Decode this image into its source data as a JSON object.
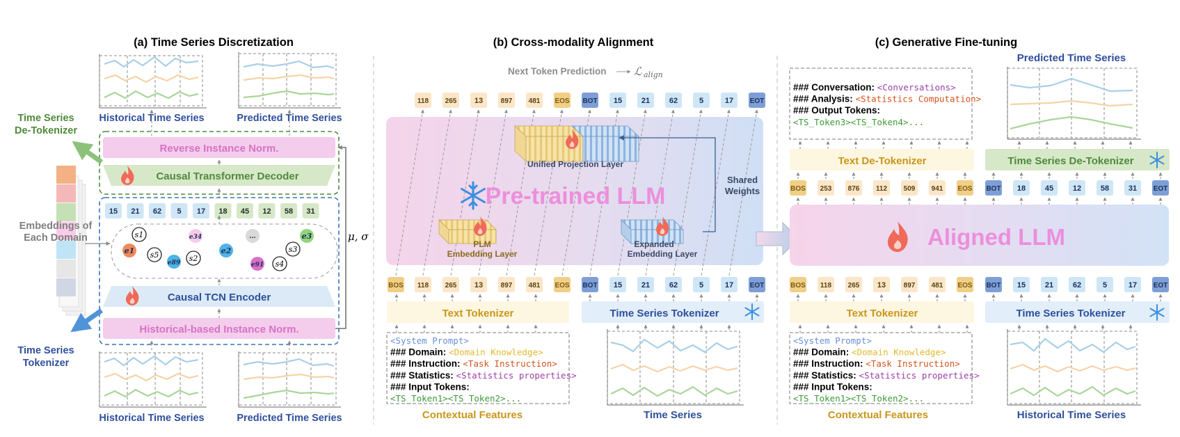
{
  "panel_a": {
    "title": "(a) Time Series Discretization",
    "hist_top_caption": "Historical Time Series",
    "pred_top_caption": "Predicted Time Series",
    "hist_bottom_caption": "Historical Time Series",
    "pred_bottom_caption": "Predicted Time Series",
    "detokenizer_label_1": "Time Series",
    "detokenizer_label_2": "De-Tokenizer",
    "tokenizer_label_1": "Time Series",
    "tokenizer_label_2": "Tokenizer",
    "embeddings_label_1": "Embeddings of",
    "embeddings_label_2": "Each Domain",
    "reverse_norm": "Reverse Instance Norm.",
    "decoder": "Causal Transformer Decoder",
    "encoder": "Causal TCN Encoder",
    "hist_norm": "Historical-based Instance Norm.",
    "mu_sigma": "μ, σ",
    "tokens": [
      "15",
      "21",
      "62",
      "5",
      "17",
      "18",
      "45",
      "12",
      "58",
      "31"
    ],
    "codebook": [
      {
        "kind": "s",
        "sub": "1"
      },
      {
        "kind": "e",
        "sub": "1"
      },
      {
        "kind": "s",
        "sub": "5"
      },
      {
        "kind": "e",
        "sub": "89"
      },
      {
        "kind": "e",
        "sub": "34"
      },
      {
        "kind": "s",
        "sub": "2"
      },
      {
        "kind": "e",
        "sub": "2"
      },
      {
        "kind": "dots",
        "sub": "..."
      },
      {
        "kind": "e",
        "sub": "91"
      },
      {
        "kind": "s",
        "sub": "4"
      },
      {
        "kind": "s",
        "sub": "3"
      },
      {
        "kind": "e",
        "sub": "3"
      }
    ]
  },
  "panel_b": {
    "title": "(b) Cross-modality Alignment",
    "ntp": "Next Token Prediction",
    "loss_main": "ℒ",
    "loss_sub": "align",
    "top_tokens": [
      "118",
      "265",
      "13",
      "897",
      "481",
      "EOS",
      "BOT",
      "15",
      "21",
      "62",
      "5",
      "17",
      "EOT"
    ],
    "bottom_tokens": [
      "BOS",
      "118",
      "265",
      "13",
      "897",
      "481",
      "EOS",
      "BOT",
      "15",
      "21",
      "62",
      "5",
      "17",
      "EOT"
    ],
    "llm_label": "Pre-trained LLM",
    "unified_projection": "Unified Projection Layer",
    "plm_embedding_1": "PLM",
    "plm_embedding_2": "Embedding Layer",
    "expanded_embedding_1": "Expanded",
    "expanded_embedding_2": "Embedding Layer",
    "shared_weights_1": "Shared",
    "shared_weights_2": "Weights",
    "text_tokenizer": "Text Tokenizer",
    "ts_tokenizer": "Time Series Tokenizer",
    "prompt_lines": [
      {
        "label": "",
        "value": "<System Prompt>",
        "color": "#6b8fd6"
      },
      {
        "label": "### Domain: ",
        "value": "<Domain Knowledge>",
        "color": "#e3b92e"
      },
      {
        "label": "### Instruction: ",
        "value": "<Task Instruction>",
        "color": "#d2521d"
      },
      {
        "label": "### Statistics: ",
        "value": "<Statistics properties>",
        "color": "#9c3fa8"
      },
      {
        "label": "### Input Tokens:",
        "value": "",
        "color": "#000000"
      },
      {
        "label": "",
        "value": "<TS_Token1><TS_Token2>...",
        "color": "#3c9a35"
      }
    ],
    "contextual_caption": "Contextual Features",
    "ts_caption": "Time Series"
  },
  "panel_c": {
    "title": "(c) Generative Fine-tuning",
    "pred_caption": "Predicted Time Series",
    "output_lines": [
      {
        "label": "### Conversation: ",
        "value": "<Conversations>",
        "color": "#9c3fa8"
      },
      {
        "label": "### Analysis: ",
        "value": "<Statistics Computation>",
        "color": "#d2521d"
      },
      {
        "label": "### Output Tokens:",
        "value": "",
        "color": "#000000"
      },
      {
        "label": "",
        "value": "<TS_Token3><TS_Token4>...",
        "color": "#3c9a35"
      }
    ],
    "text_detokenizer": "Text De-Tokenizer",
    "ts_detokenizer": "Time Series De-Tokenizer",
    "out_text_tokens": [
      "BOS",
      "253",
      "876",
      "112",
      "509",
      "941",
      "EOS"
    ],
    "out_ts_tokens": [
      "BOT",
      "18",
      "45",
      "12",
      "58",
      "31",
      "EOT"
    ],
    "aligned_llm": "Aligned LLM",
    "in_text_tokens": [
      "BOS",
      "118",
      "265",
      "13",
      "897",
      "481",
      "EOS"
    ],
    "in_ts_tokens": [
      "BOT",
      "15",
      "21",
      "62",
      "5",
      "17",
      "EOT"
    ],
    "text_tokenizer": "Text Tokenizer",
    "ts_tokenizer": "Time Series Tokenizer",
    "prompt_lines": [
      {
        "label": "",
        "value": "<System Prompt>",
        "color": "#6b8fd6"
      },
      {
        "label": "### Domain: ",
        "value": "<Domain Knowledge>",
        "color": "#e3b92e"
      },
      {
        "label": "### Instruction: ",
        "value": "<Task Instruction>",
        "color": "#d2521d"
      },
      {
        "label": "### Statistics: ",
        "value": "<Statistics properties>",
        "color": "#9c3fa8"
      },
      {
        "label": "### Input Tokens:",
        "value": "",
        "color": "#000000"
      },
      {
        "label": "",
        "value": "<TS_Token1><TS_Token2>...",
        "color": "#3c9a35"
      }
    ],
    "contextual_caption": "Contextual Features",
    "hist_caption": "Historical Time Series"
  },
  "colors": {
    "blue_text": "#2f4f9c",
    "gold_text": "#c9961a",
    "green_text": "#4e8a3a",
    "pink_box": "#f3cdeb",
    "pink_text": "#d771c7",
    "green_box": "#d7e8c9",
    "blue_box": "#d7e9f7",
    "text_token": "#fbe6c8",
    "ts_token": "#cfe6f6",
    "dark_token": "#7d9fd6",
    "bos_token": "#f1cf86"
  }
}
